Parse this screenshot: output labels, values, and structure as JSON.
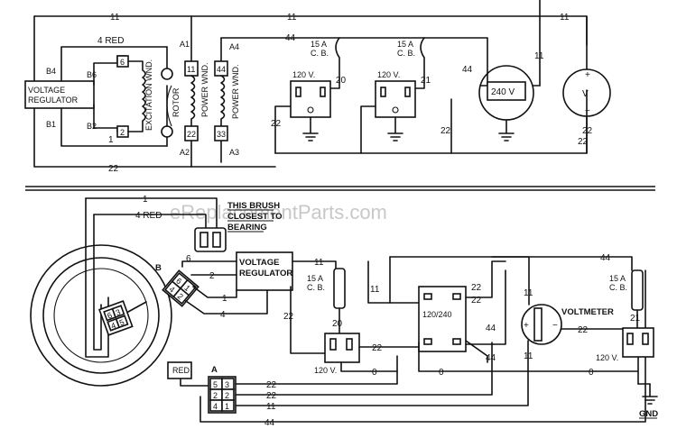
{
  "top": {
    "voltage_regulator": [
      "VOLTAGE",
      "REGULATOR"
    ],
    "exc_wnd": "EXCITATION WND.",
    "rotor": "ROTOR",
    "power_wnd": "POWER WND.",
    "terminals": {
      "b4": "B4",
      "b6": "B6",
      "b2": "B2",
      "b1": "B1",
      "a1": "A1",
      "a2": "A2",
      "a3": "A3",
      "a4": "A4"
    },
    "wires": {
      "w4red": "4 RED",
      "w6": "6",
      "w2": "2",
      "w1": "1",
      "w11a": "11",
      "w11b": "11",
      "w11c": "11",
      "w22a": "22",
      "w22b": "22",
      "w33": "33",
      "w44": "44",
      "w44b": "44",
      "w44c": "44",
      "w22c": "22",
      "w22d": "22",
      "w22e": "22",
      "w22f": "22",
      "w20": "20",
      "w21": "21",
      "w11d": "11"
    },
    "cb1": [
      "15 A",
      "C. B."
    ],
    "cb2": [
      "15 A",
      "C. B."
    ],
    "rec1": "120 V.",
    "rec2": "120 V.",
    "rec240": "240 V",
    "voltmeter": "V"
  },
  "bottom": {
    "watermark": "eReplacementParts.com",
    "brush_note": [
      "THIS BRUSH",
      "CLOSEST TO",
      "BEARING"
    ],
    "wire_4red": "4 RED",
    "wire_1top": "1",
    "voltage_regulator": [
      "VOLTAGE",
      "REGULATOR"
    ],
    "conn_b": "B",
    "conn_a": "A",
    "red": "RED",
    "b_wires": {
      "w6": "6",
      "w2": "2",
      "w1": "1",
      "w4": "4"
    },
    "b_pins": [
      "6",
      "1",
      "4",
      "2"
    ],
    "rotor_pins": [
      "6",
      "3",
      "4",
      "5"
    ],
    "a_pins": [
      "5",
      "3",
      "2",
      "2",
      "4",
      "1"
    ],
    "a_wires": {
      "w22a": "22",
      "w22b": "22",
      "w11": "11",
      "w44": "44"
    },
    "cb1": [
      "15 A",
      "C. B."
    ],
    "cb2": [
      "15 A",
      "C. B."
    ],
    "recep_120a": "120 V.",
    "recep_120b": "120 V.",
    "recep_240": "120/240",
    "voltmeter": "VOLTMETER",
    "gnd": "GND",
    "wires": {
      "w11a": "11",
      "w11b": "11",
      "w11c": "11",
      "w11d": "11",
      "w20": "20",
      "w21": "21",
      "w22a": "22",
      "w22b": "22",
      "w22c": "22",
      "w22d": "22",
      "w22e": "22",
      "w22f": "22",
      "w22g": "22",
      "w44a": "44",
      "w44b": "44",
      "w44c": "44",
      "w44d": "44",
      "w0a": "0",
      "w0b": "0",
      "w0c": "0"
    }
  }
}
